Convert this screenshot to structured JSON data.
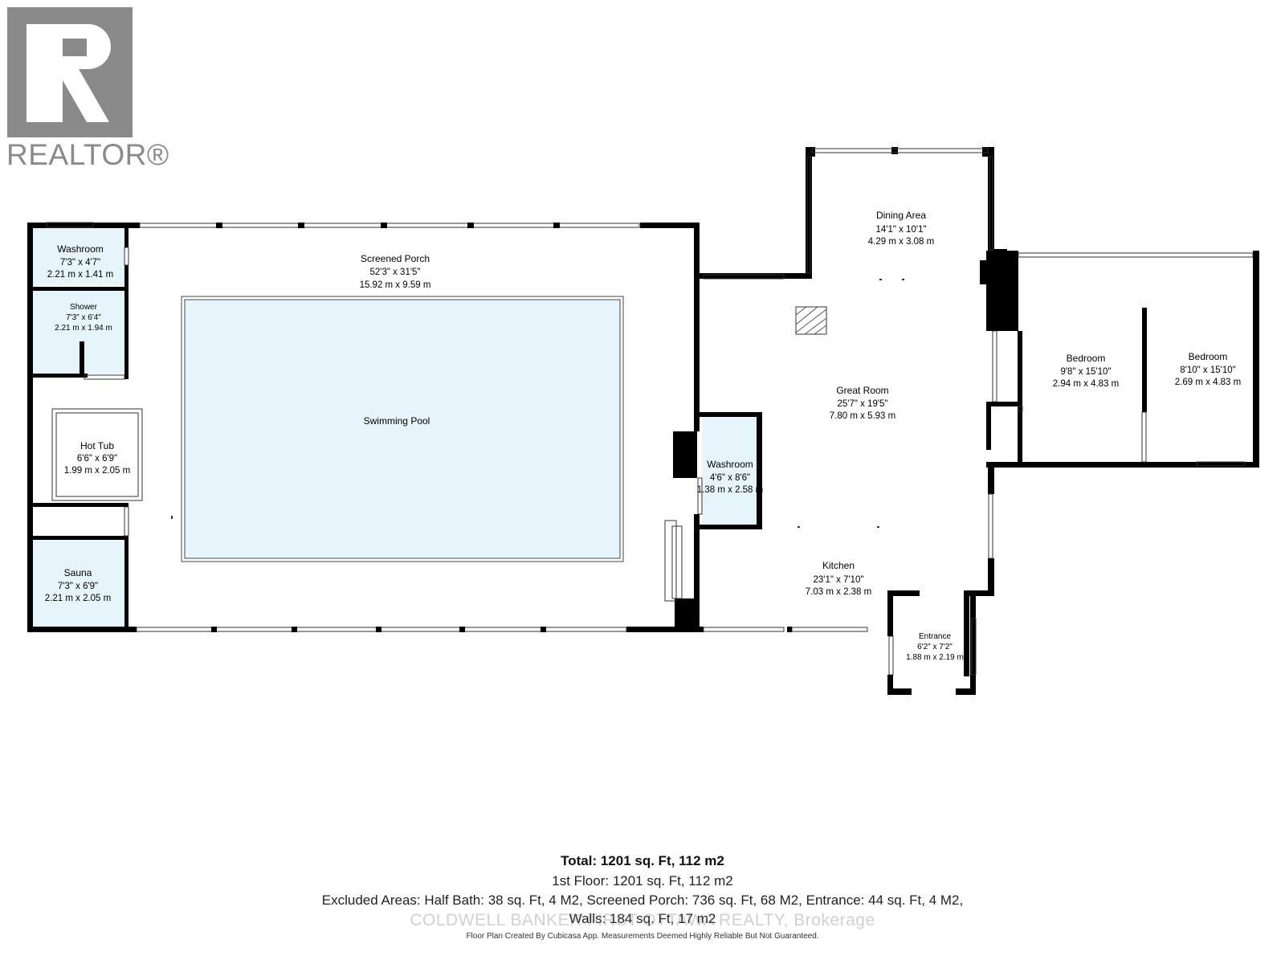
{
  "logo": {
    "text": "REALTOR®"
  },
  "rooms": {
    "washroom_top": {
      "name": "Washroom",
      "imperial": "7'3\" x 4'7\"",
      "metric": "2.21 m x 1.41 m"
    },
    "shower": {
      "name": "Shower",
      "imperial": "7'3\" x 6'4\"",
      "metric": "2.21 m x 1.94 m"
    },
    "hot_tub": {
      "name": "Hot Tub",
      "imperial": "6'6\" x 6'9\"",
      "metric": "1.99 m x 2.05 m"
    },
    "sauna": {
      "name": "Sauna",
      "imperial": "7'3\" x 6'9\"",
      "metric": "2.21 m x 2.05 m"
    },
    "screened_porch": {
      "name": "Screened Porch",
      "imperial": "52'3\" x 31'5\"",
      "metric": "15.92 m x 9.59 m"
    },
    "swimming_pool": {
      "name": "Swimming Pool"
    },
    "dining_area": {
      "name": "Dining Area",
      "imperial": "14'1\" x 10'1\"",
      "metric": "4.29 m x 3.08 m"
    },
    "great_room": {
      "name": "Great Room",
      "imperial": "25'7\" x 19'5\"",
      "metric": "7.80 m x 5.93 m"
    },
    "washroom_mid": {
      "name": "Washroom",
      "imperial": "4'6\" x 8'6\"",
      "metric": "1.38 m x 2.58 m"
    },
    "kitchen": {
      "name": "Kitchen",
      "imperial": "23'1\" x 7'10\"",
      "metric": "7.03 m x 2.38 m"
    },
    "entrance": {
      "name": "Entrance",
      "imperial": "6'2\" x 7'2\"",
      "metric": "1.88 m x 2.19 m"
    },
    "bedroom_1": {
      "name": "Bedroom",
      "imperial": "9'8\" x 15'10\"",
      "metric": "2.94 m x 4.83 m"
    },
    "bedroom_2": {
      "name": "Bedroom",
      "imperial": "8'10\" x 15'10\"",
      "metric": "2.69 m x 4.83 m"
    }
  },
  "summary": {
    "total": "Total: 1201 sq. Ft, 112 m2",
    "floor": "1st Floor: 1201 sq. Ft, 112 m2",
    "excluded": "Excluded Areas: Half Bath: 38 sq. Ft, 4 M2, Screened Porch: 736 sq. Ft, 68 M2, Entrance: 44 sq. Ft, 4 M2,",
    "walls": "Walls: 184 sq. Ft, 17 m2",
    "watermark": "COLDWELL BANKER FIRST OTTAWA REALTY, Brokerage",
    "credit": "Floor Plan Created By Cubicasa App. Measurements Deemed Highly Reliable But Not Guaranteed."
  },
  "colors": {
    "wall": "#000000",
    "room_fill": "#e6f4fb",
    "pool_fill": "#e6f4fb",
    "logo": "#8a8a8a"
  }
}
